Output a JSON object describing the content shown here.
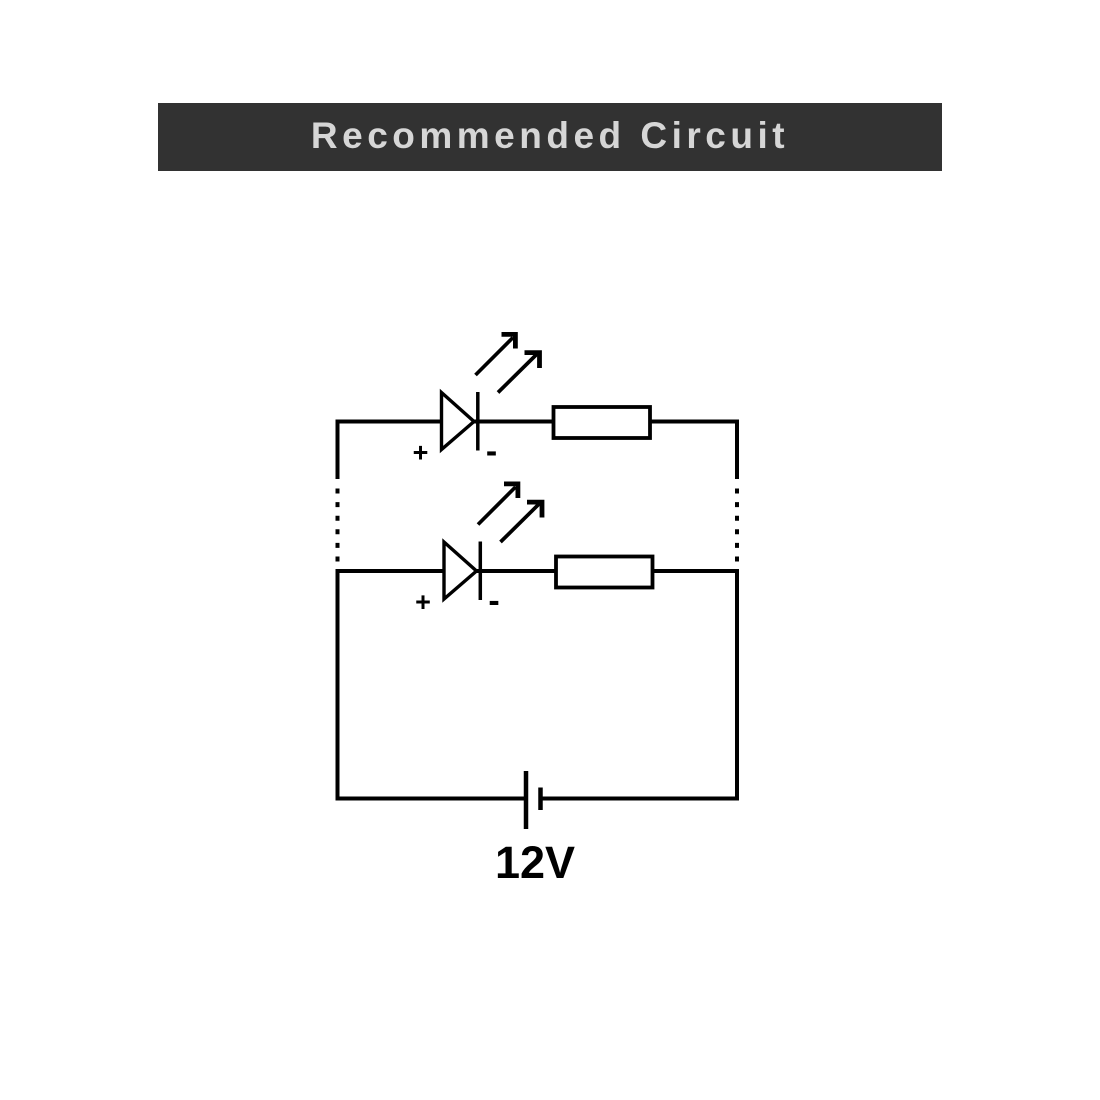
{
  "header": {
    "title": "Recommended Circuit",
    "background_color": "#323232",
    "text_color": "#d6d6d6"
  },
  "diagram": {
    "type": "circuit-schematic",
    "description": "Two parallel branches, each with an LED and a series resistor, powered by a battery; dotted rails indicate more branches may be added",
    "line_color": "#000000",
    "background_color": "#ffffff",
    "battery": {
      "label": "12V"
    },
    "leds": [
      {
        "anode_label": "+",
        "cathode_label": "-"
      },
      {
        "anode_label": "+",
        "cathode_label": "-"
      }
    ]
  }
}
